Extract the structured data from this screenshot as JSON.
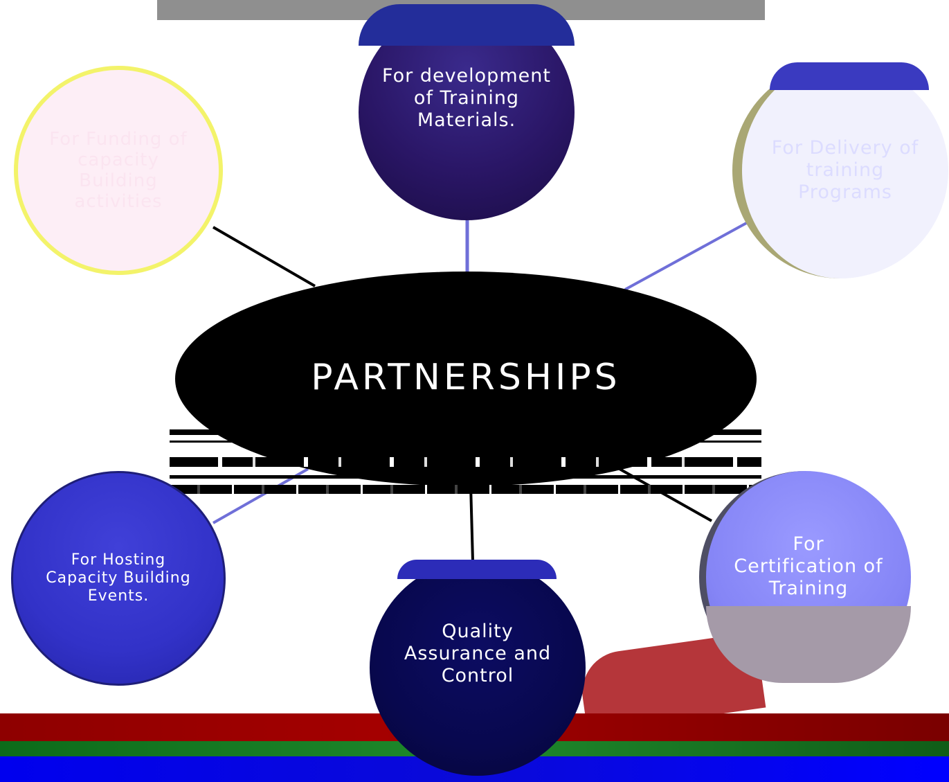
{
  "diagram": {
    "center": {
      "label": "PARTNERSHIPS"
    },
    "nodes": [
      {
        "id": "top",
        "label": "For development of Training Materials."
      },
      {
        "id": "left",
        "label": "For Funding of capacity Building activities"
      },
      {
        "id": "right",
        "label": "For Delivery of training Programs"
      },
      {
        "id": "bottom-left",
        "label": "For Hosting Capacity Building Events."
      },
      {
        "id": "bottom",
        "label": "Quality Assurance and Control"
      },
      {
        "id": "bottom-right",
        "label": "For Certification of Training"
      }
    ]
  },
  "colors": {
    "center_fill": "#000000",
    "top_node": "#2a1666",
    "bottom_left_node": "#3232c8",
    "bottom_node": "#08084e",
    "bottom_right_node": "#8585f6",
    "connector_blue": "#6f6fd8",
    "connector_black": "#000000"
  }
}
